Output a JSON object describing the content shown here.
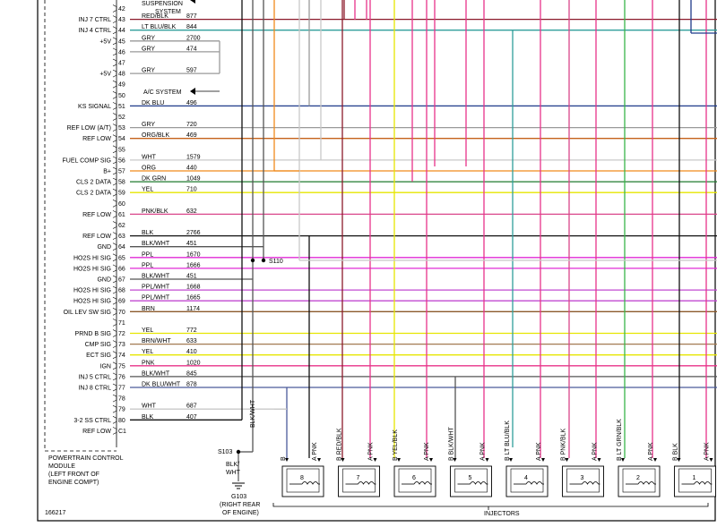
{
  "pcm": {
    "label_lines": [
      "POWERTRAIN CONTROL",
      "MODULE",
      "(LEFT FRONT OF",
      "ENGINE COMPT)"
    ]
  },
  "figure_number": "166217",
  "ground": {
    "splice_s110": "S110",
    "splice_s103": "S103",
    "wire_s103_below": [
      "BLK/",
      "WHT"
    ],
    "wire_vertical": "BLK/WHT",
    "ground_id": "G103",
    "ground_location": [
      "(RIGHT REAR",
      "OF ENGINE)"
    ]
  },
  "systems": {
    "suspension": [
      "SUSPENSION",
      "SYSTEM"
    ],
    "ac": "A/C SYSTEM"
  },
  "injectors_label": "INJECTORS",
  "circuits": [
    {
      "pin": "42",
      "label": "",
      "wire": "",
      "circuit": "",
      "color": "#000000"
    },
    {
      "pin": "43",
      "label": "INJ 7 CTRL",
      "wire": "RED/BLK",
      "circuit": "877",
      "color": "#8b1a2b"
    },
    {
      "pin": "44",
      "label": "INJ 4 CTRL",
      "wire": "LT BLU/BLK",
      "circuit": "844",
      "color": "#2f9e9a"
    },
    {
      "pin": "45",
      "label": "+5V",
      "wire": "GRY",
      "circuit": "2700",
      "color": "#9a9a9a"
    },
    {
      "pin": "46",
      "label": "",
      "wire": "GRY",
      "circuit": "474",
      "color": "#9a9a9a"
    },
    {
      "pin": "47",
      "label": "",
      "wire": "",
      "circuit": "",
      "color": "#000000"
    },
    {
      "pin": "48",
      "label": "+5V",
      "wire": "GRY",
      "circuit": "597",
      "color": "#9a9a9a"
    },
    {
      "pin": "49",
      "label": "",
      "wire": "",
      "circuit": "",
      "color": "#000000"
    },
    {
      "pin": "50",
      "label": "",
      "wire": "",
      "circuit": "",
      "color": "#000000"
    },
    {
      "pin": "51",
      "label": "KS SIGNAL",
      "wire": "DK BLU",
      "circuit": "496",
      "color": "#1f3a8a"
    },
    {
      "pin": "52",
      "label": "",
      "wire": "",
      "circuit": "",
      "color": "#000000"
    },
    {
      "pin": "53",
      "label": "REF LOW (A/T)",
      "wire": "GRY",
      "circuit": "720",
      "color": "#9a9a9a"
    },
    {
      "pin": "54",
      "label": "REF LOW",
      "wire": "ORG/BLK",
      "circuit": "469",
      "color": "#c4621a"
    },
    {
      "pin": "55",
      "label": "",
      "wire": "",
      "circuit": "",
      "color": "#000000"
    },
    {
      "pin": "56",
      "label": "FUEL COMP SIG",
      "wire": "WHT",
      "circuit": "1579",
      "color": "#c8c8c8"
    },
    {
      "pin": "57",
      "label": "B+",
      "wire": "ORG",
      "circuit": "440",
      "color": "#f08a1c"
    },
    {
      "pin": "58",
      "label": "CLS 2 DATA",
      "wire": "DK GRN",
      "circuit": "1049",
      "color": "#1f7a2e"
    },
    {
      "pin": "59",
      "label": "CLS 2 DATA",
      "wire": "YEL",
      "circuit": "710",
      "color": "#e6e600"
    },
    {
      "pin": "60",
      "label": "",
      "wire": "",
      "circuit": "",
      "color": "#000000"
    },
    {
      "pin": "61",
      "label": "REF LOW",
      "wire": "PNK/BLK",
      "circuit": "632",
      "color": "#d9468a"
    },
    {
      "pin": "62",
      "label": "",
      "wire": "",
      "circuit": "",
      "color": "#000000"
    },
    {
      "pin": "63",
      "label": "REF LOW",
      "wire": "BLK",
      "circuit": "2766",
      "color": "#111111"
    },
    {
      "pin": "64",
      "label": "GND",
      "wire": "BLK/WHT",
      "circuit": "451",
      "color": "#555555"
    },
    {
      "pin": "65",
      "label": "HO2S HI SIG",
      "wire": "PPL",
      "circuit": "1670",
      "color": "#e02ad6"
    },
    {
      "pin": "66",
      "label": "HO2S HI SIG",
      "wire": "PPL",
      "circuit": "1666",
      "color": "#e02ad6"
    },
    {
      "pin": "67",
      "label": "GND",
      "wire": "BLK/WHT",
      "circuit": "451",
      "color": "#555555"
    },
    {
      "pin": "68",
      "label": "HO2S HI SIG",
      "wire": "PPL/WHT",
      "circuit": "1668",
      "color": "#c24ad0"
    },
    {
      "pin": "69",
      "label": "HO2S HI SIG",
      "wire": "PPL/WHT",
      "circuit": "1665",
      "color": "#c24ad0"
    },
    {
      "pin": "70",
      "label": "OIL LEV SW SIG",
      "wire": "BRN",
      "circuit": "1174",
      "color": "#8b5a2b"
    },
    {
      "pin": "71",
      "label": "",
      "wire": "",
      "circuit": "",
      "color": "#000000"
    },
    {
      "pin": "72",
      "label": "PRND B SIG",
      "wire": "YEL",
      "circuit": "772",
      "color": "#e6e600"
    },
    {
      "pin": "73",
      "label": "CMP SIG",
      "wire": "BRN/WHT",
      "circuit": "633",
      "color": "#a37a52"
    },
    {
      "pin": "74",
      "label": "ECT SIG",
      "wire": "YEL",
      "circuit": "410",
      "color": "#e6e600"
    },
    {
      "pin": "75",
      "label": "IGN",
      "wire": "PNK",
      "circuit": "1020",
      "color": "#e8338a"
    },
    {
      "pin": "76",
      "label": "INJ 5 CTRL",
      "wire": "BLK/WHT",
      "circuit": "845",
      "color": "#555555"
    },
    {
      "pin": "77",
      "label": "INJ 8 CTRL",
      "wire": "DK BLU/WHT",
      "circuit": "878",
      "color": "#4a5a9a"
    },
    {
      "pin": "78",
      "label": "",
      "wire": "",
      "circuit": "",
      "color": "#000000"
    },
    {
      "pin": "79",
      "label": "",
      "wire": "WHT",
      "circuit": "687",
      "color": "#c8c8c8"
    },
    {
      "pin": "80",
      "label": "3-2 SS CTRL",
      "wire": "BLK",
      "circuit": "407",
      "color": "#111111"
    },
    {
      "pin": "C1",
      "label": "REF LOW",
      "wire": "",
      "circuit": "",
      "color": "#000000"
    }
  ],
  "injectors": [
    {
      "number": "8",
      "wire_b": "B",
      "wire_a": "A PNK"
    },
    {
      "number": "7",
      "wire_b": "B RED/BLK",
      "wire_a": "A PNK"
    },
    {
      "number": "6",
      "wire_b": "B YEL/BLK",
      "wire_a": "A PNK"
    },
    {
      "number": "5",
      "wire_b": "B BLK/WHT",
      "wire_a": "A PNK"
    },
    {
      "number": "4",
      "wire_b": "B LT BLU/BLK",
      "wire_a": "A PNK"
    },
    {
      "number": "3",
      "wire_b": "B PNK/BLK",
      "wire_a": "A PNK"
    },
    {
      "number": "2",
      "wire_b": "B LT GRN/BLK",
      "wire_a": "A PNK"
    },
    {
      "number": "1",
      "wire_b": "B BLK",
      "wire_a": "A PNK"
    }
  ]
}
